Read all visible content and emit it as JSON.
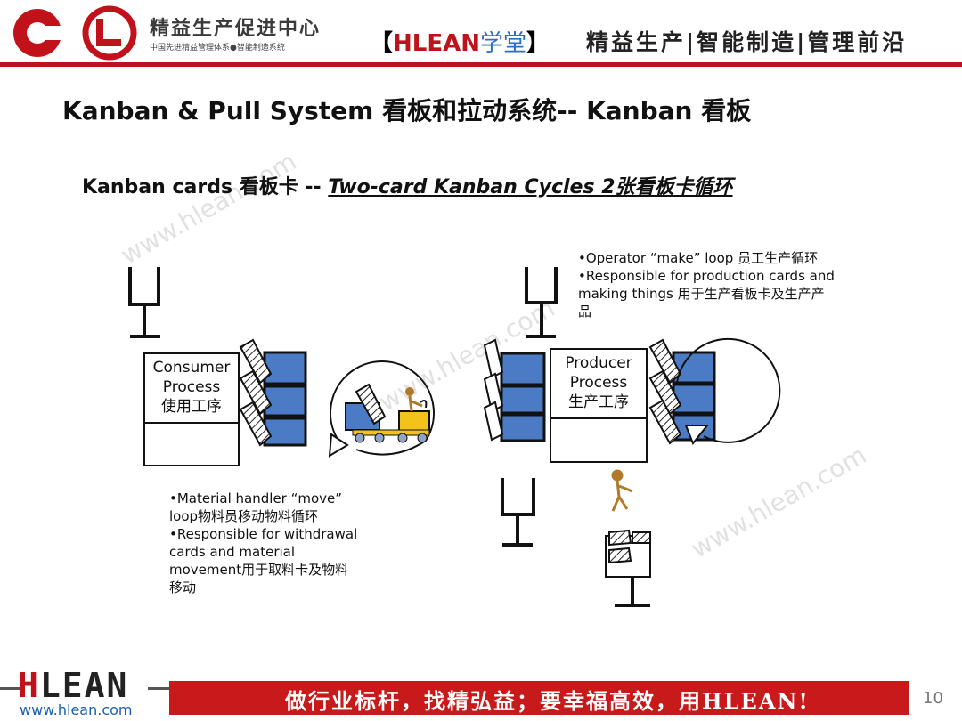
{
  "header": {
    "brand_name": "精益生产促进中心",
    "brand_sub": "中国先进精益管理体系●智能制造系统",
    "school_bracket_open": "【",
    "school_brand": "HLEAN",
    "school_suffix": "学堂",
    "school_bracket_close": "】",
    "slogan": "精益生产|智能制造|管理前沿"
  },
  "slide": {
    "title": "Kanban & Pull System 看板和拉动系统-- Kanban 看板",
    "subtitle_prefix": "Kanban cards 看板卡 -- ",
    "subtitle_link": "Two-card Kanban Cycles 2张看板卡循环"
  },
  "diagram": {
    "consumer": {
      "line1": "Consumer",
      "line2": "Process",
      "line3": "使用工序"
    },
    "producer": {
      "line1": "Producer",
      "line2": "Process",
      "line3": "生产工序"
    },
    "operator_note": [
      "•Operator  “make”  loop 员工生产循环",
      "•Responsible for production cards and",
      "making things 用于生产看板卡及生产产",
      "品"
    ],
    "handler_note": [
      "•Material handler  “move”",
      "loop物料员移动物料循环",
      "•Responsible for withdrawal",
      "cards and material",
      "movement用于取料卡及物料",
      "移动"
    ]
  },
  "watermark": "www.hlean.com",
  "footer": {
    "logo_h": "H",
    "logo_rest": "LEAN",
    "url": "www.hlean.com",
    "slogan": "做行业标杆，找精弘益；要幸福高效，用HLEAN!",
    "page_number": "10"
  },
  "colors": {
    "brand_red": "#c1121b",
    "container_blue": "#4a7bc4",
    "cart_yellow": "#f2c318",
    "person_brown": "#b07a2a"
  }
}
